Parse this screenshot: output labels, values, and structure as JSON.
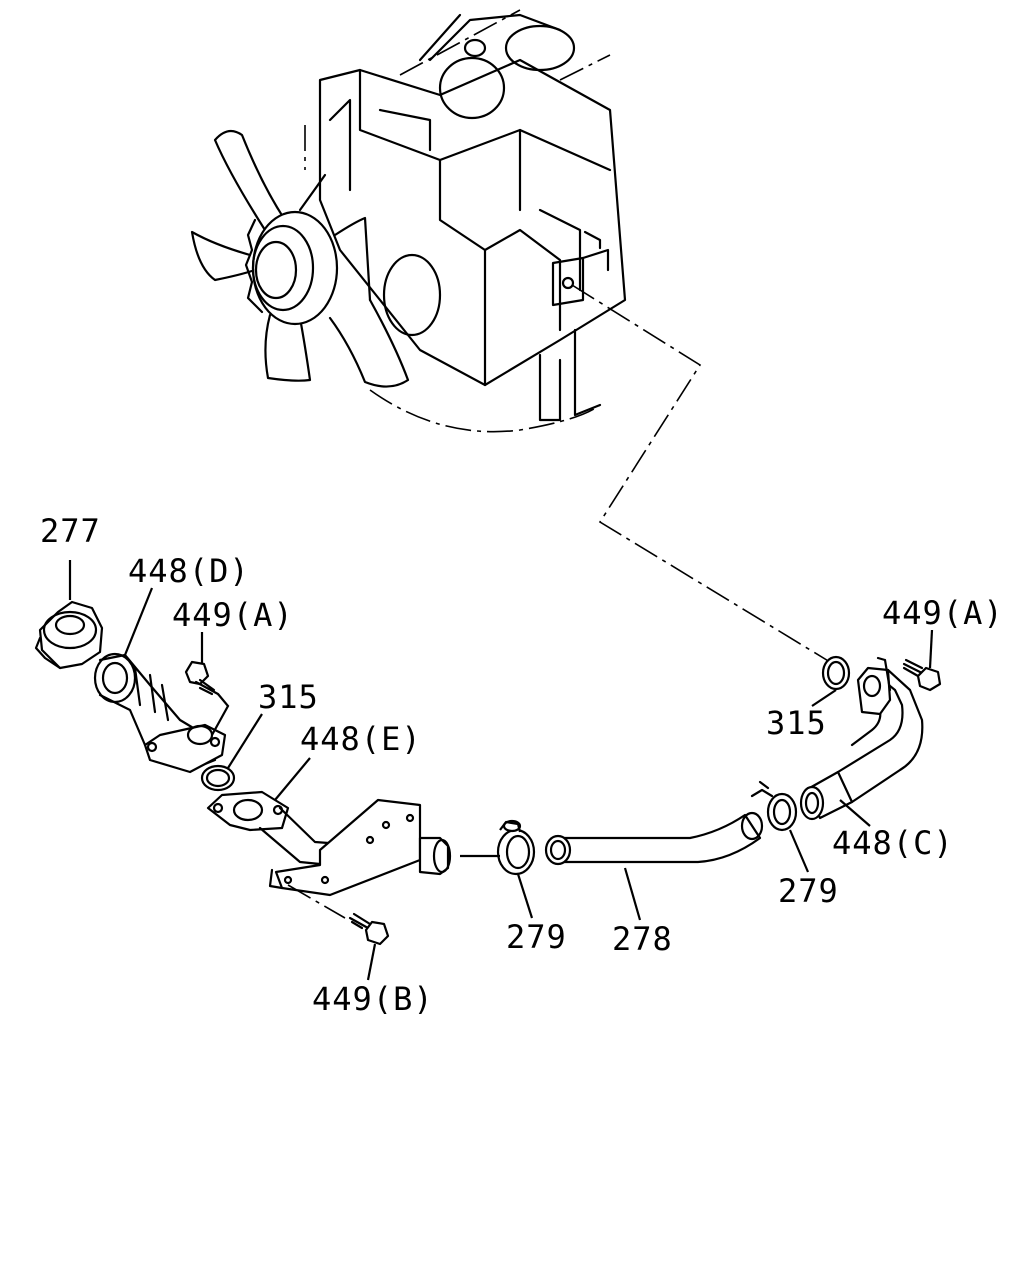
{
  "labels": {
    "l277": "277",
    "l448d": "448(D)",
    "l449a_left": "449(A)",
    "l315_left": "315",
    "l448e": "448(E)",
    "l449b": "449(B)",
    "l279_left": "279",
    "l278": "278",
    "l279_right": "279",
    "l448c": "448(C)",
    "l315_right": "315",
    "l449a_right": "449(A)"
  }
}
